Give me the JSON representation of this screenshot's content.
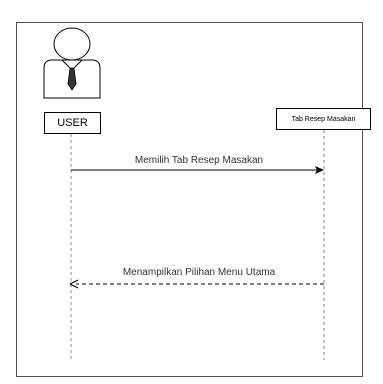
{
  "participants": {
    "user": {
      "label": "USER",
      "icon": "user-tie-icon"
    },
    "tab_resep": {
      "label": "Tab Resep Masakan"
    }
  },
  "messages": [
    {
      "from": "user",
      "to": "tab_resep",
      "label": "Memilih Tab Resep Masakan",
      "style": "solid"
    },
    {
      "from": "tab_resep",
      "to": "user",
      "label": "Menampilkan Pilihan Menu Utama",
      "style": "dashed"
    }
  ],
  "colors": {
    "line": "#000000",
    "lifeline": "#888888",
    "tie": "#333333"
  }
}
